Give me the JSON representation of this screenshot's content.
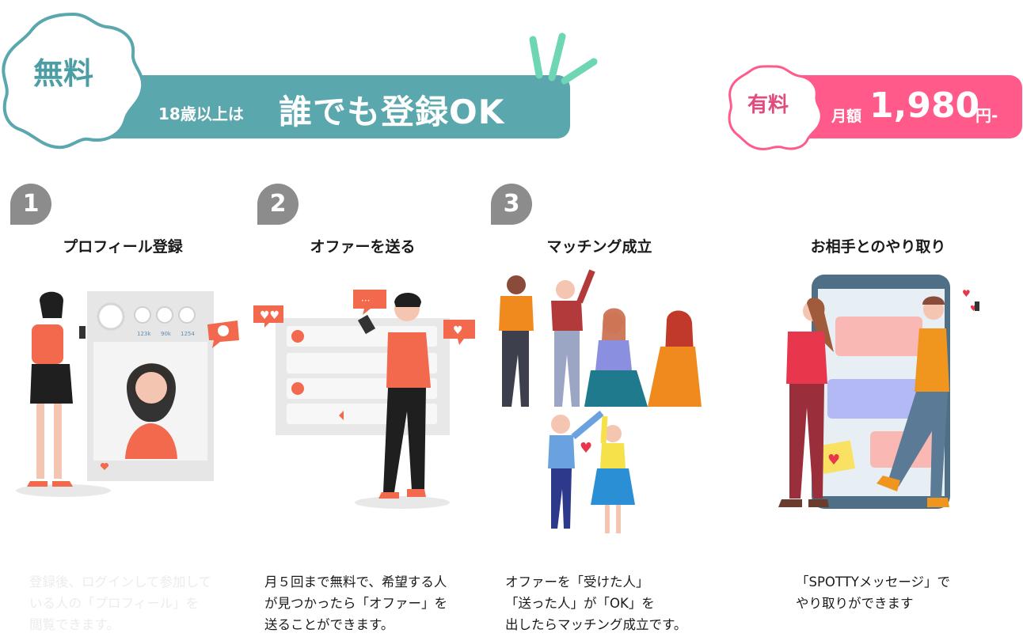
{
  "free": {
    "badge": "無料",
    "sub": "18歳以上は",
    "main": "誰でも登録OK",
    "color": "#5aa7ad"
  },
  "paid": {
    "badge": "有料",
    "sub": "月額",
    "price": "1,980",
    "unit": "円-",
    "color": "#ff5a8a"
  },
  "steps": [
    {
      "number": "1",
      "title": "プロフィール登録",
      "description": "登録後、ログインして参加して\nいる人の「プロフィール」を\n閲覧できます。"
    },
    {
      "number": "2",
      "title": "オファーを送る",
      "description": "月５回まで無料で、希望する人\nが見つかったら「オファー」を\n送ることができます。"
    },
    {
      "number": "3",
      "title": "マッチング成立",
      "description": "オファーを「受けた人」\n「送った人」が「OK」を\n出したらマッチング成立です。"
    },
    {
      "title": "お相手とのやり取り",
      "description": "「SPOTTYメッセージ」で\nやり取りができます"
    }
  ],
  "profile_stats": [
    "123k",
    "90k",
    "1254"
  ],
  "icons": [
    "heart-icon",
    "chat-bubble-icon",
    "like-icon",
    "smartphone-icon"
  ]
}
